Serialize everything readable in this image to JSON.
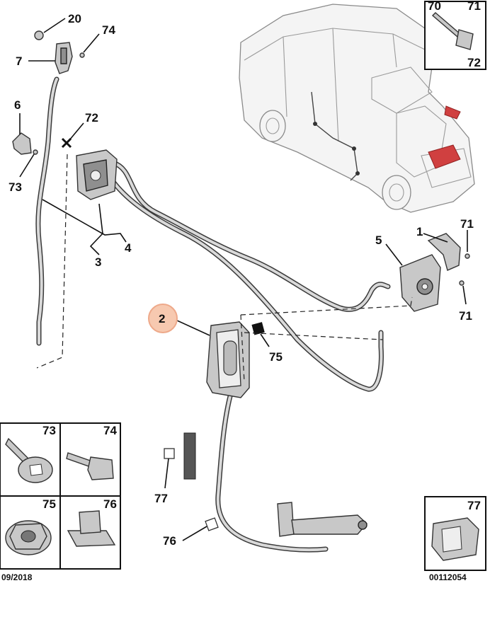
{
  "callouts": {
    "c20": "20",
    "c74a": "74",
    "c7": "7",
    "c6": "6",
    "c73a": "73",
    "c72": "72",
    "c4": "4",
    "c3": "3",
    "c5": "5",
    "c1": "1",
    "c71a": "71",
    "c71b": "71",
    "c2": "2",
    "c75": "75",
    "c77": "77",
    "c76": "76"
  },
  "boxes": {
    "top_right": {
      "n70": "70",
      "n71": "71",
      "n72": "72"
    },
    "bottom_left": {
      "n73": "73",
      "n74": "74",
      "n75": "75",
      "n76": "76"
    },
    "bottom_right": {
      "n77": "77"
    }
  },
  "footer": {
    "date": "09/2018",
    "code": "00112054"
  },
  "colors": {
    "highlight": "#f7c9b0",
    "line": "#111111"
  }
}
